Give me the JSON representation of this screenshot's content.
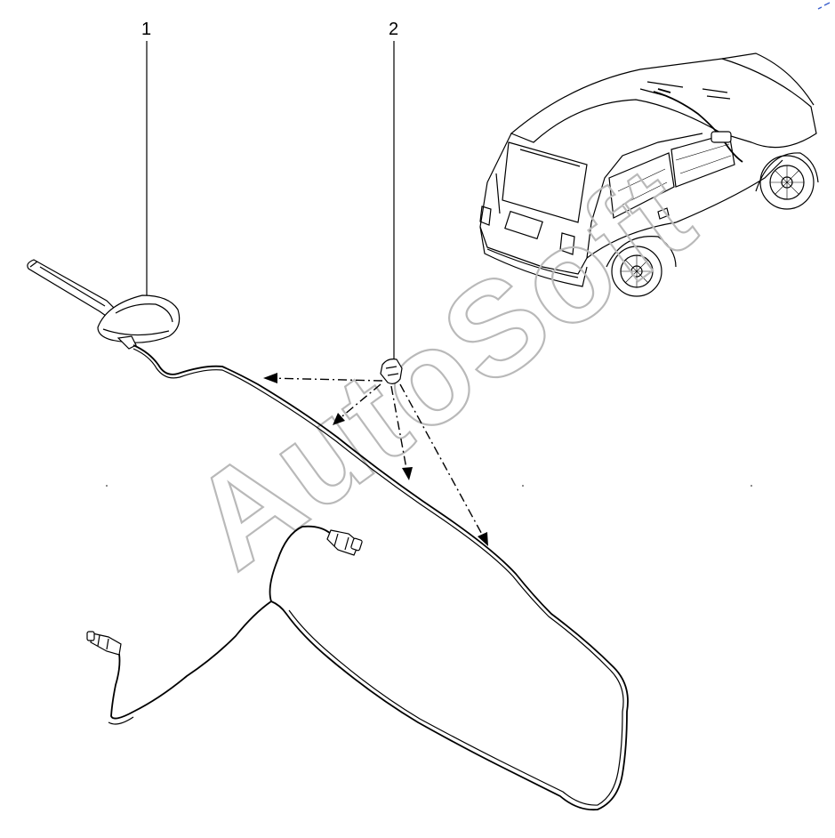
{
  "callouts": [
    {
      "id": "1",
      "label": "1"
    },
    {
      "id": "2",
      "label": "2"
    }
  ],
  "watermark": {
    "text": "AutoSoft"
  },
  "parts": [
    {
      "callout": "1",
      "icon": "roof-antenna-icon"
    },
    {
      "callout": "2",
      "icon": "cable-clip-icon"
    }
  ],
  "colors": {
    "line": "#000000",
    "watermark": "#b9b9b9",
    "background": "#ffffff"
  }
}
